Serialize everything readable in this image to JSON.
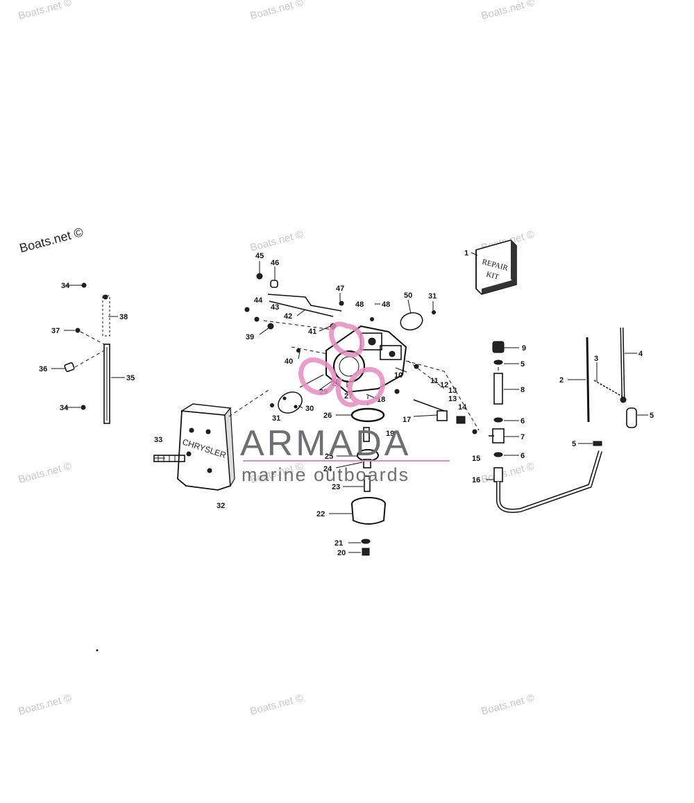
{
  "watermarks": {
    "text": "Boats.net ©"
  },
  "brand": {
    "name": "ARMADA",
    "tagline": "marine outboards",
    "accent_color": "#e88cc0",
    "text_color": "#6f6f73"
  },
  "parts": {
    "repair_kit_text_line1": "REPAIR",
    "repair_kit_text_line2": "KIT",
    "air_silencer_text": "CHRYSLER",
    "labels": [
      {
        "id": "1",
        "text": "1"
      },
      {
        "id": "2",
        "text": "2"
      },
      {
        "id": "3",
        "text": "3"
      },
      {
        "id": "4",
        "text": "4"
      },
      {
        "id": "5",
        "text": "5"
      },
      {
        "id": "5b",
        "text": "5"
      },
      {
        "id": "5c",
        "text": "5"
      },
      {
        "id": "6",
        "text": "6"
      },
      {
        "id": "6b",
        "text": "6"
      },
      {
        "id": "7",
        "text": "7"
      },
      {
        "id": "8",
        "text": "8"
      },
      {
        "id": "9",
        "text": "9"
      },
      {
        "id": "10",
        "text": "10"
      },
      {
        "id": "11",
        "text": "11"
      },
      {
        "id": "12",
        "text": "12"
      },
      {
        "id": "13",
        "text": "13"
      },
      {
        "id": "13b",
        "text": "13"
      },
      {
        "id": "14",
        "text": "14"
      },
      {
        "id": "15",
        "text": "15"
      },
      {
        "id": "16",
        "text": "16"
      },
      {
        "id": "17",
        "text": "17"
      },
      {
        "id": "18",
        "text": "18"
      },
      {
        "id": "19",
        "text": "19"
      },
      {
        "id": "20",
        "text": "20"
      },
      {
        "id": "21",
        "text": "21"
      },
      {
        "id": "22",
        "text": "22"
      },
      {
        "id": "23",
        "text": "23"
      },
      {
        "id": "24",
        "text": "24"
      },
      {
        "id": "25",
        "text": "25"
      },
      {
        "id": "26",
        "text": "26"
      },
      {
        "id": "27",
        "text": "27"
      },
      {
        "id": "28",
        "text": "28"
      },
      {
        "id": "29",
        "text": "29"
      },
      {
        "id": "30",
        "text": "30"
      },
      {
        "id": "31",
        "text": "31"
      },
      {
        "id": "31b",
        "text": "31"
      },
      {
        "id": "32",
        "text": "32"
      },
      {
        "id": "33",
        "text": "33"
      },
      {
        "id": "34",
        "text": "34"
      },
      {
        "id": "34b",
        "text": "34"
      },
      {
        "id": "35",
        "text": "35"
      },
      {
        "id": "36",
        "text": "36"
      },
      {
        "id": "37",
        "text": "37"
      },
      {
        "id": "38",
        "text": "38"
      },
      {
        "id": "39",
        "text": "39"
      },
      {
        "id": "40",
        "text": "40"
      },
      {
        "id": "41",
        "text": "41"
      },
      {
        "id": "42",
        "text": "42"
      },
      {
        "id": "43",
        "text": "43"
      },
      {
        "id": "44",
        "text": "44"
      },
      {
        "id": "45",
        "text": "45"
      },
      {
        "id": "46",
        "text": "46"
      },
      {
        "id": "47",
        "text": "47"
      },
      {
        "id": "48",
        "text": "48"
      },
      {
        "id": "48b",
        "text": "48"
      },
      {
        "id": "50",
        "text": "50"
      }
    ]
  }
}
